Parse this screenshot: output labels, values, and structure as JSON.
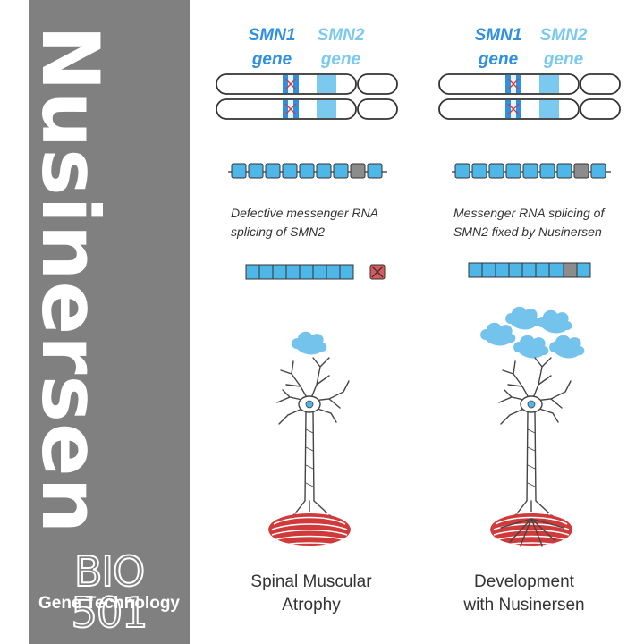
{
  "sidebar": {
    "title": "Nusinersen",
    "course_code": "BIO 501",
    "course_name": "Gene Technology"
  },
  "left": {
    "smn1_label": "SMN1",
    "smn2_label": "SMN2",
    "gene_word": "gene",
    "caption_line1": "Defective messenger RNA",
    "caption_line2": "splicing of SMN2",
    "outcome_line1": "Spinal Muscular",
    "outcome_line2": "Atrophy"
  },
  "right": {
    "smn1_label": "SMN1",
    "smn2_label": "SMN2",
    "gene_word": "gene",
    "caption_line1": "Messenger RNA splicing of",
    "caption_line2": "SMN2 fixed by Nusinersen",
    "outcome_line1": "Development",
    "outcome_line2": "with Nusinersen"
  },
  "colors": {
    "smn1": "#2f8fe0",
    "smn2": "#7cc9ef",
    "exon": "#4fb6e8",
    "exon_skipped": "#8c8c8c",
    "muscle": "#d03a3a",
    "cloud": "#74c3ec",
    "sidebar": "#808080"
  }
}
